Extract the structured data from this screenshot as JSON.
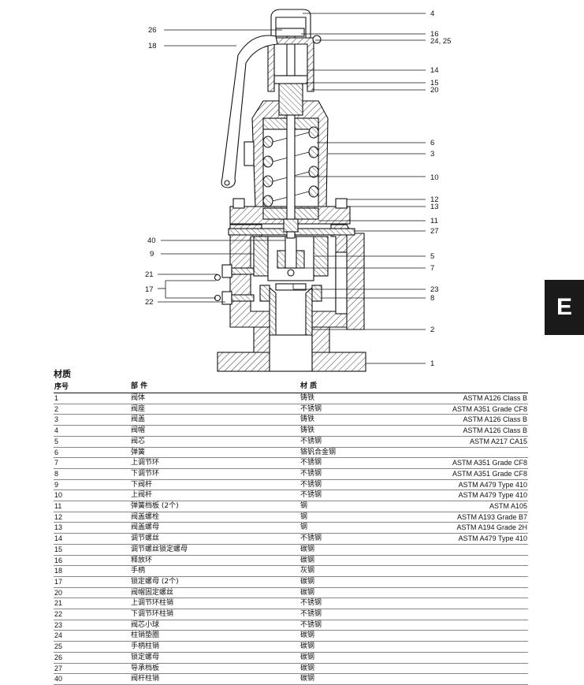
{
  "tab_letter": "E",
  "table": {
    "title": "材质",
    "headers": {
      "no": "序号",
      "part": "部 件",
      "material": "材 质",
      "spec": ""
    },
    "rows": [
      {
        "no": "1",
        "part": "阀体",
        "material": "铸铁",
        "spec": "ASTM A126 Class B"
      },
      {
        "no": "2",
        "part": "阀座",
        "material": "不锈钢",
        "spec": "ASTM A351 Grade CF8"
      },
      {
        "no": "3",
        "part": "阀盖",
        "material": "铸铁",
        "spec": "ASTM A126 Class B"
      },
      {
        "no": "4",
        "part": "阀帽",
        "material": "铸铁",
        "spec": "ASTM A126 Class B"
      },
      {
        "no": "5",
        "part": "阀芯",
        "material": "不锈钢",
        "spec": "ASTM A217 CA15"
      },
      {
        "no": "6",
        "part": "弹簧",
        "material": "铬钒合金钢",
        "spec": ""
      },
      {
        "no": "7",
        "part": "上调节环",
        "material": "不锈钢",
        "spec": "ASTM A351 Grade CF8"
      },
      {
        "no": "8",
        "part": "下调节环",
        "material": "不锈钢",
        "spec": "ASTM A351 Grade CF8"
      },
      {
        "no": "9",
        "part": "下阀杆",
        "material": "不锈钢",
        "spec": "ASTM A479 Type 410"
      },
      {
        "no": "10",
        "part": "上阀杆",
        "material": "不锈钢",
        "spec": "ASTM A479 Type 410"
      },
      {
        "no": "11",
        "part": "弹簧档板 (2个)",
        "material": "钢",
        "spec": "ASTM A105"
      },
      {
        "no": "12",
        "part": "阀盖螺栓",
        "material": "钢",
        "spec": "ASTM A193 Grade B7"
      },
      {
        "no": "13",
        "part": "阀盖螺母",
        "material": "钢",
        "spec": "ASTM A194 Grade 2H"
      },
      {
        "no": "14",
        "part": "调节螺丝",
        "material": "不锈钢",
        "spec": "ASTM A479 Type 410"
      },
      {
        "no": "15",
        "part": "调节螺丝锁定螺母",
        "material": "碳钢",
        "spec": ""
      },
      {
        "no": "16",
        "part": "释放环",
        "material": "碳钢",
        "spec": ""
      },
      {
        "no": "18",
        "part": "手柄",
        "material": "灰钢",
        "spec": ""
      },
      {
        "no": "17",
        "part": "锁定螺母 (2个)",
        "material": "碳钢",
        "spec": ""
      },
      {
        "no": "20",
        "part": "阀帽固定螺丝",
        "material": "碳钢",
        "spec": ""
      },
      {
        "no": "21",
        "part": "上调节环柱销",
        "material": "不锈钢",
        "spec": ""
      },
      {
        "no": "22",
        "part": "下调节环柱销",
        "material": "不锈钢",
        "spec": ""
      },
      {
        "no": "23",
        "part": "阀芯小球",
        "material": "不锈钢",
        "spec": ""
      },
      {
        "no": "24",
        "part": "柱销垫圈",
        "material": "碳钢",
        "spec": ""
      },
      {
        "no": "25",
        "part": "手柄柱销",
        "material": "碳钢",
        "spec": ""
      },
      {
        "no": "26",
        "part": "锁定螺母",
        "material": "碳钢",
        "spec": ""
      },
      {
        "no": "27",
        "part": "导承档板",
        "material": "碳钢",
        "spec": ""
      },
      {
        "no": "40",
        "part": "阀杆柱销",
        "material": "碳钢",
        "spec": ""
      }
    ]
  },
  "callouts": {
    "c4": "4",
    "c26": "26",
    "c16": "16",
    "c24_25": "24, 25",
    "c18": "18",
    "c14": "14",
    "c15": "15",
    "c20": "20",
    "c6": "6",
    "c3": "3",
    "c10": "10",
    "c12": "12",
    "c13": "13",
    "c11": "11",
    "c27": "27",
    "c40": "40",
    "c9": "9",
    "c5": "5",
    "c7": "7",
    "c21": "21",
    "c17": "17",
    "c22": "22",
    "c23": "23",
    "c8": "8",
    "c2": "2",
    "c1": "1"
  }
}
